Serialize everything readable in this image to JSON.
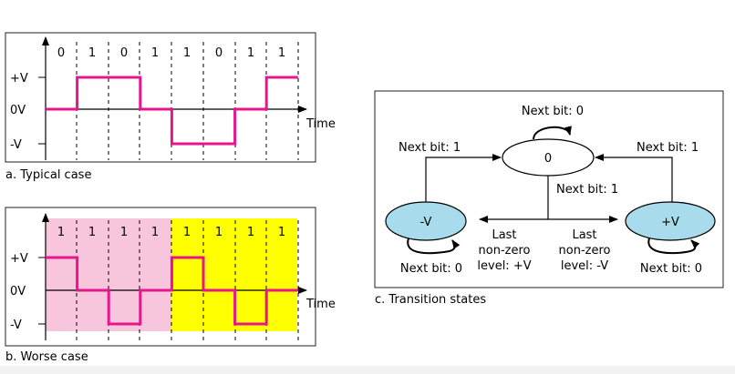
{
  "panel_a": {
    "bits": [
      "0",
      "1",
      "0",
      "1",
      "1",
      "0",
      "1",
      "1"
    ],
    "level_pos": "+V",
    "level_zero": "0V",
    "level_neg": "-V",
    "time_label": "Time",
    "caption": "a. Typical case",
    "signal_levels": [
      0,
      1,
      1,
      0,
      -1,
      -1,
      0,
      1
    ]
  },
  "panel_b": {
    "bits": [
      "1",
      "1",
      "1",
      "1",
      "1",
      "1",
      "1",
      "1"
    ],
    "level_pos": "+V",
    "level_zero": "0V",
    "level_neg": "-V",
    "time_label": "Time",
    "caption": "b. Worse case",
    "signal_levels": [
      1,
      0,
      -1,
      0,
      1,
      0,
      -1,
      0
    ],
    "highlight_colors": [
      "#f7c6dc",
      "#ffff00"
    ]
  },
  "panel_c": {
    "caption": "c. Transition states",
    "states": {
      "zero": "0",
      "neg": "-V",
      "pos": "+V"
    },
    "labels": {
      "zero_self": "Next bit: 0",
      "neg_to_zero": "Next bit: 1",
      "pos_to_zero": "Next bit: 1",
      "zero_down": "Next bit: 1",
      "neg_self": "Next bit: 0",
      "pos_self": "Next bit: 0",
      "last_left_1": "Last",
      "last_left_2": "non-zero",
      "last_left_3": "level: +V",
      "last_right_1": "Last",
      "last_right_2": "non-zero",
      "last_right_3": "level: -V"
    },
    "state_fill": "#a8dced"
  },
  "colors": {
    "signal": "#e8168c"
  }
}
